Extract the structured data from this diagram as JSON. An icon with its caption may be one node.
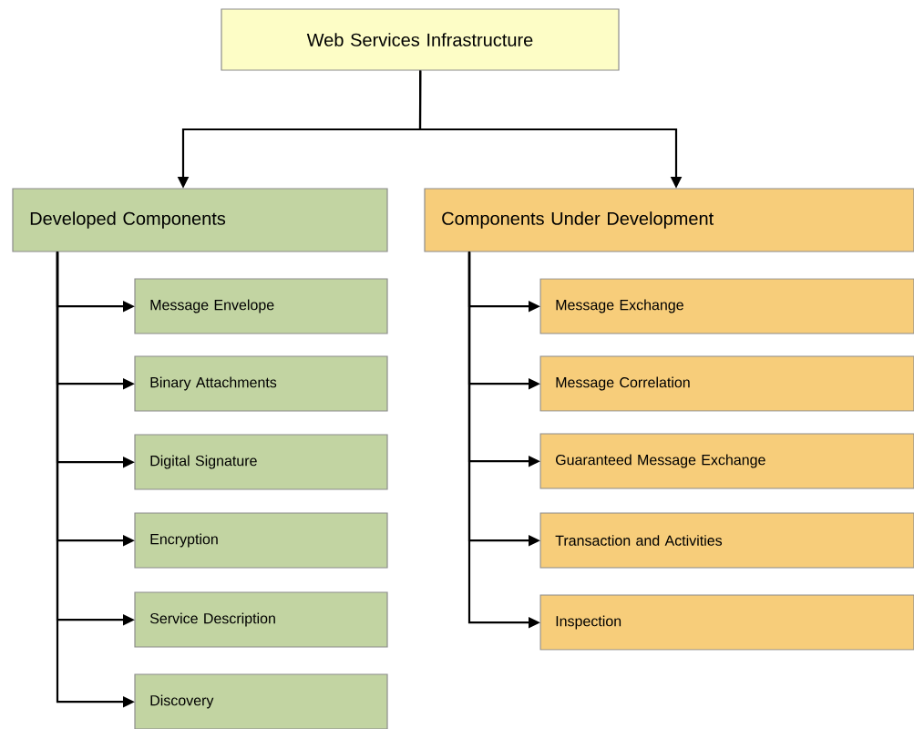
{
  "diagram": {
    "nodes": [
      {
        "text": [
          "Web Services Infrastructure"
        ]
      },
      {
        "text": [
          "Developed Components"
        ]
      },
      {
        "text": [
          "Components Under Development"
        ]
      },
      {
        "text": [
          "Message Envelope"
        ]
      },
      {
        "text": [
          "Binary Attachments"
        ]
      },
      {
        "text": [
          "Digital Signature"
        ]
      },
      {
        "text": [
          "Encryption"
        ]
      },
      {
        "text": [
          "Service Description"
        ]
      },
      {
        "text": [
          "Discovery"
        ]
      },
      {
        "text": [
          "Message Exchange"
        ]
      },
      {
        "text": [
          "Message Correlation"
        ]
      },
      {
        "text": [
          "Guaranteed Message Exchange"
        ]
      },
      {
        "text": [
          "Transaction and Activities"
        ]
      },
      {
        "text": [
          "Inspection"
        ]
      }
    ],
    "edges": [
      {
        "from": 0,
        "to": 1,
        "arrow": "to"
      },
      {
        "from": 0,
        "to": 2,
        "arrow": "to"
      },
      {
        "from": 1,
        "to": 3,
        "arrow": "to"
      },
      {
        "from": 1,
        "to": 4,
        "arrow": "to"
      },
      {
        "from": 1,
        "to": 5,
        "arrow": "to"
      },
      {
        "from": 1,
        "to": 6,
        "arrow": "to"
      },
      {
        "from": 1,
        "to": 7,
        "arrow": "to"
      },
      {
        "from": 1,
        "to": 8,
        "arrow": "to"
      },
      {
        "from": 2,
        "to": 9,
        "arrow": "to"
      },
      {
        "from": 2,
        "to": 10,
        "arrow": "to"
      },
      {
        "from": 2,
        "to": 11,
        "arrow": "to"
      },
      {
        "from": 2,
        "to": 12,
        "arrow": "to"
      },
      {
        "from": 2,
        "to": 13,
        "arrow": "to"
      }
    ]
  }
}
